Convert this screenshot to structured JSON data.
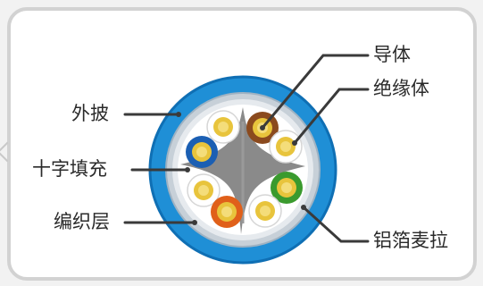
{
  "labels": {
    "conductor": "导体",
    "insulation": "绝缘体",
    "outer_jacket": "外披",
    "cross_filler": "十字填充",
    "braid": "编织层",
    "foil": "铝箔麦拉"
  },
  "colors": {
    "jacket_blue": "#1f8fd6",
    "jacket_dark": "#0f6fb4",
    "braid_gray": "#c7d0d8",
    "foil_silver": "#e6eaee",
    "core_fill": "#ffffff",
    "filler_gray": "#8a8a8a",
    "conductor_gold": "#e8c43c",
    "pair_brown": "#8b4a1e",
    "pair_blue": "#1b5fb3",
    "pair_green": "#3a9a2e",
    "pair_orange": "#e0601a",
    "leader_line": "#3a3a3a"
  },
  "icons": {
    "side_arrow": "chevron-left-icon"
  }
}
